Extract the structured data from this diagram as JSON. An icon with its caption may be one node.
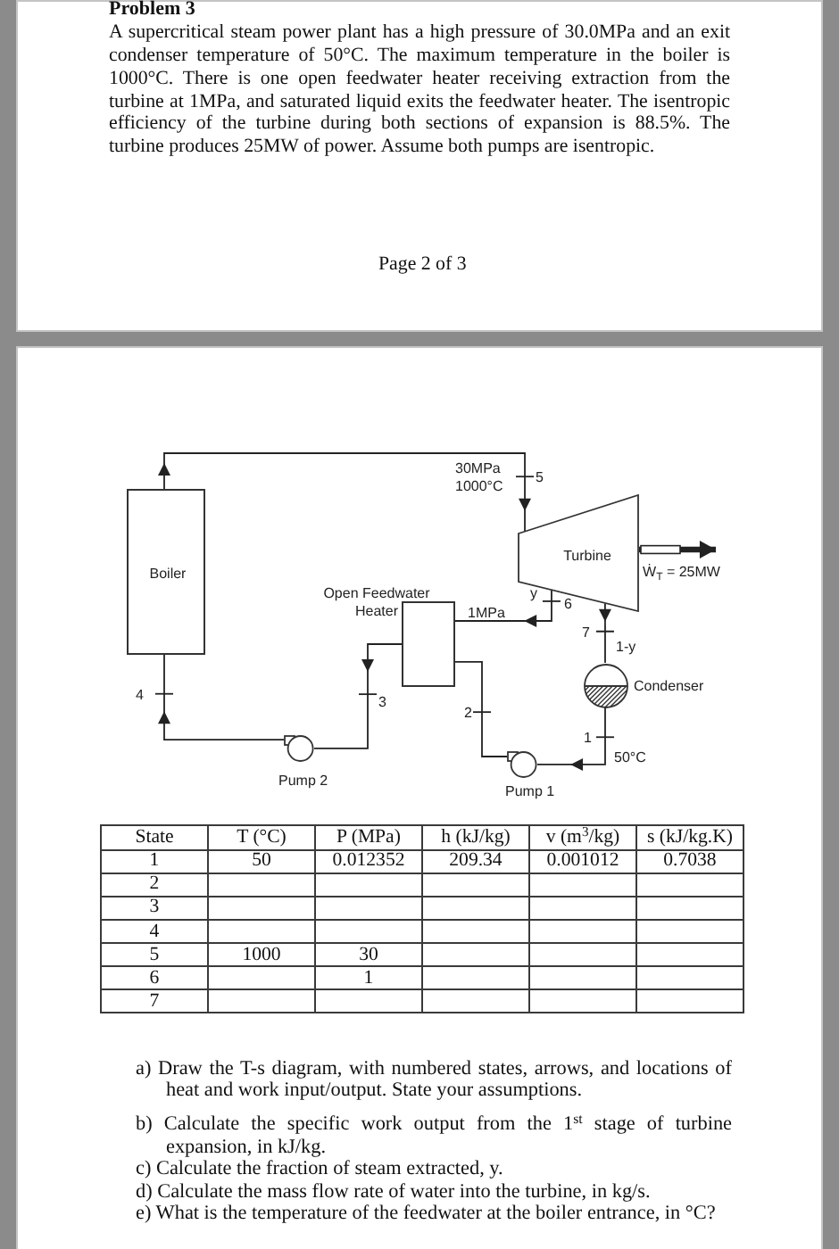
{
  "diagram": {
    "title": "Problem 3",
    "nodes": [
      {
        "text": [
          "Boiler"
        ]
      },
      {
        "text": [
          "Turbine"
        ]
      },
      {
        "text": [
          "Open Feedwater Heater"
        ]
      },
      {
        "text": [
          "Condenser"
        ]
      },
      {
        "text": [
          "Pump 2"
        ]
      },
      {
        "text": [
          "Pump 1"
        ]
      }
    ],
    "edges": [
      {
        "from": 0,
        "to": 1,
        "arrow": "to"
      },
      {
        "from": 1,
        "to": 2,
        "arrow": "to"
      },
      {
        "from": 1,
        "to": 3,
        "arrow": "to"
      },
      {
        "from": 3,
        "to": 5,
        "arrow": "to"
      },
      {
        "from": 5,
        "to": 2,
        "arrow": "none"
      },
      {
        "from": 2,
        "to": 4,
        "arrow": "to"
      },
      {
        "from": 4,
        "to": 0,
        "arrow": "to"
      },
      {
        "from": 1,
        "to": null,
        "arrow": "to",
        "label": "Ẇ$_{T}$ = 25MW",
        "style": "thick"
      }
    ],
    "labels": [
      "A supercritical steam power plant has a high pressure of 30.0MPa and an exit condenser temperature of 50°C. The maximum temperature in the boiler is 1000°C. There is one open feedwater heater receiving extraction from the turbine at 1MPa, and saturated liquid exits the feedwater heater. The isentropic efficiency of the turbine during both sections of expansion is 88.5%. The turbine produces 25MW of power. Assume both pumps are isentropic.",
      "Page 2 of 3",
      "30MPa 1000°C",
      "5",
      "y",
      "6",
      "1MPa",
      "7",
      "1-y",
      "4",
      "3",
      "2",
      "1",
      "50°C",
      "State",
      "T (°C)",
      "P (MPa)",
      "h (kJ/kg)",
      "v (m$^{3}$/kg)",
      "s (kJ/kg.K)",
      "1",
      "50",
      "0.012352",
      "209.34",
      "0.001012",
      "0.7038",
      "2",
      "3",
      "4",
      "5",
      "1000",
      "30",
      "6",
      "1",
      "7",
      "a) Draw the T-s diagram, with numbered states, arrows, and locations of heat and work input/output. State your assumptions.",
      "b) Calculate the specific work output from the 1$^{st}$ stage of turbine expansion, in kJ/kg.",
      "c) Calculate the fraction of steam extracted, y.",
      "d) Calculate the mass flow rate of water into the turbine, in kg/s.",
      "e) What is the temperature of the feedwater at the boiler entrance, in °C?"
    ]
  }
}
